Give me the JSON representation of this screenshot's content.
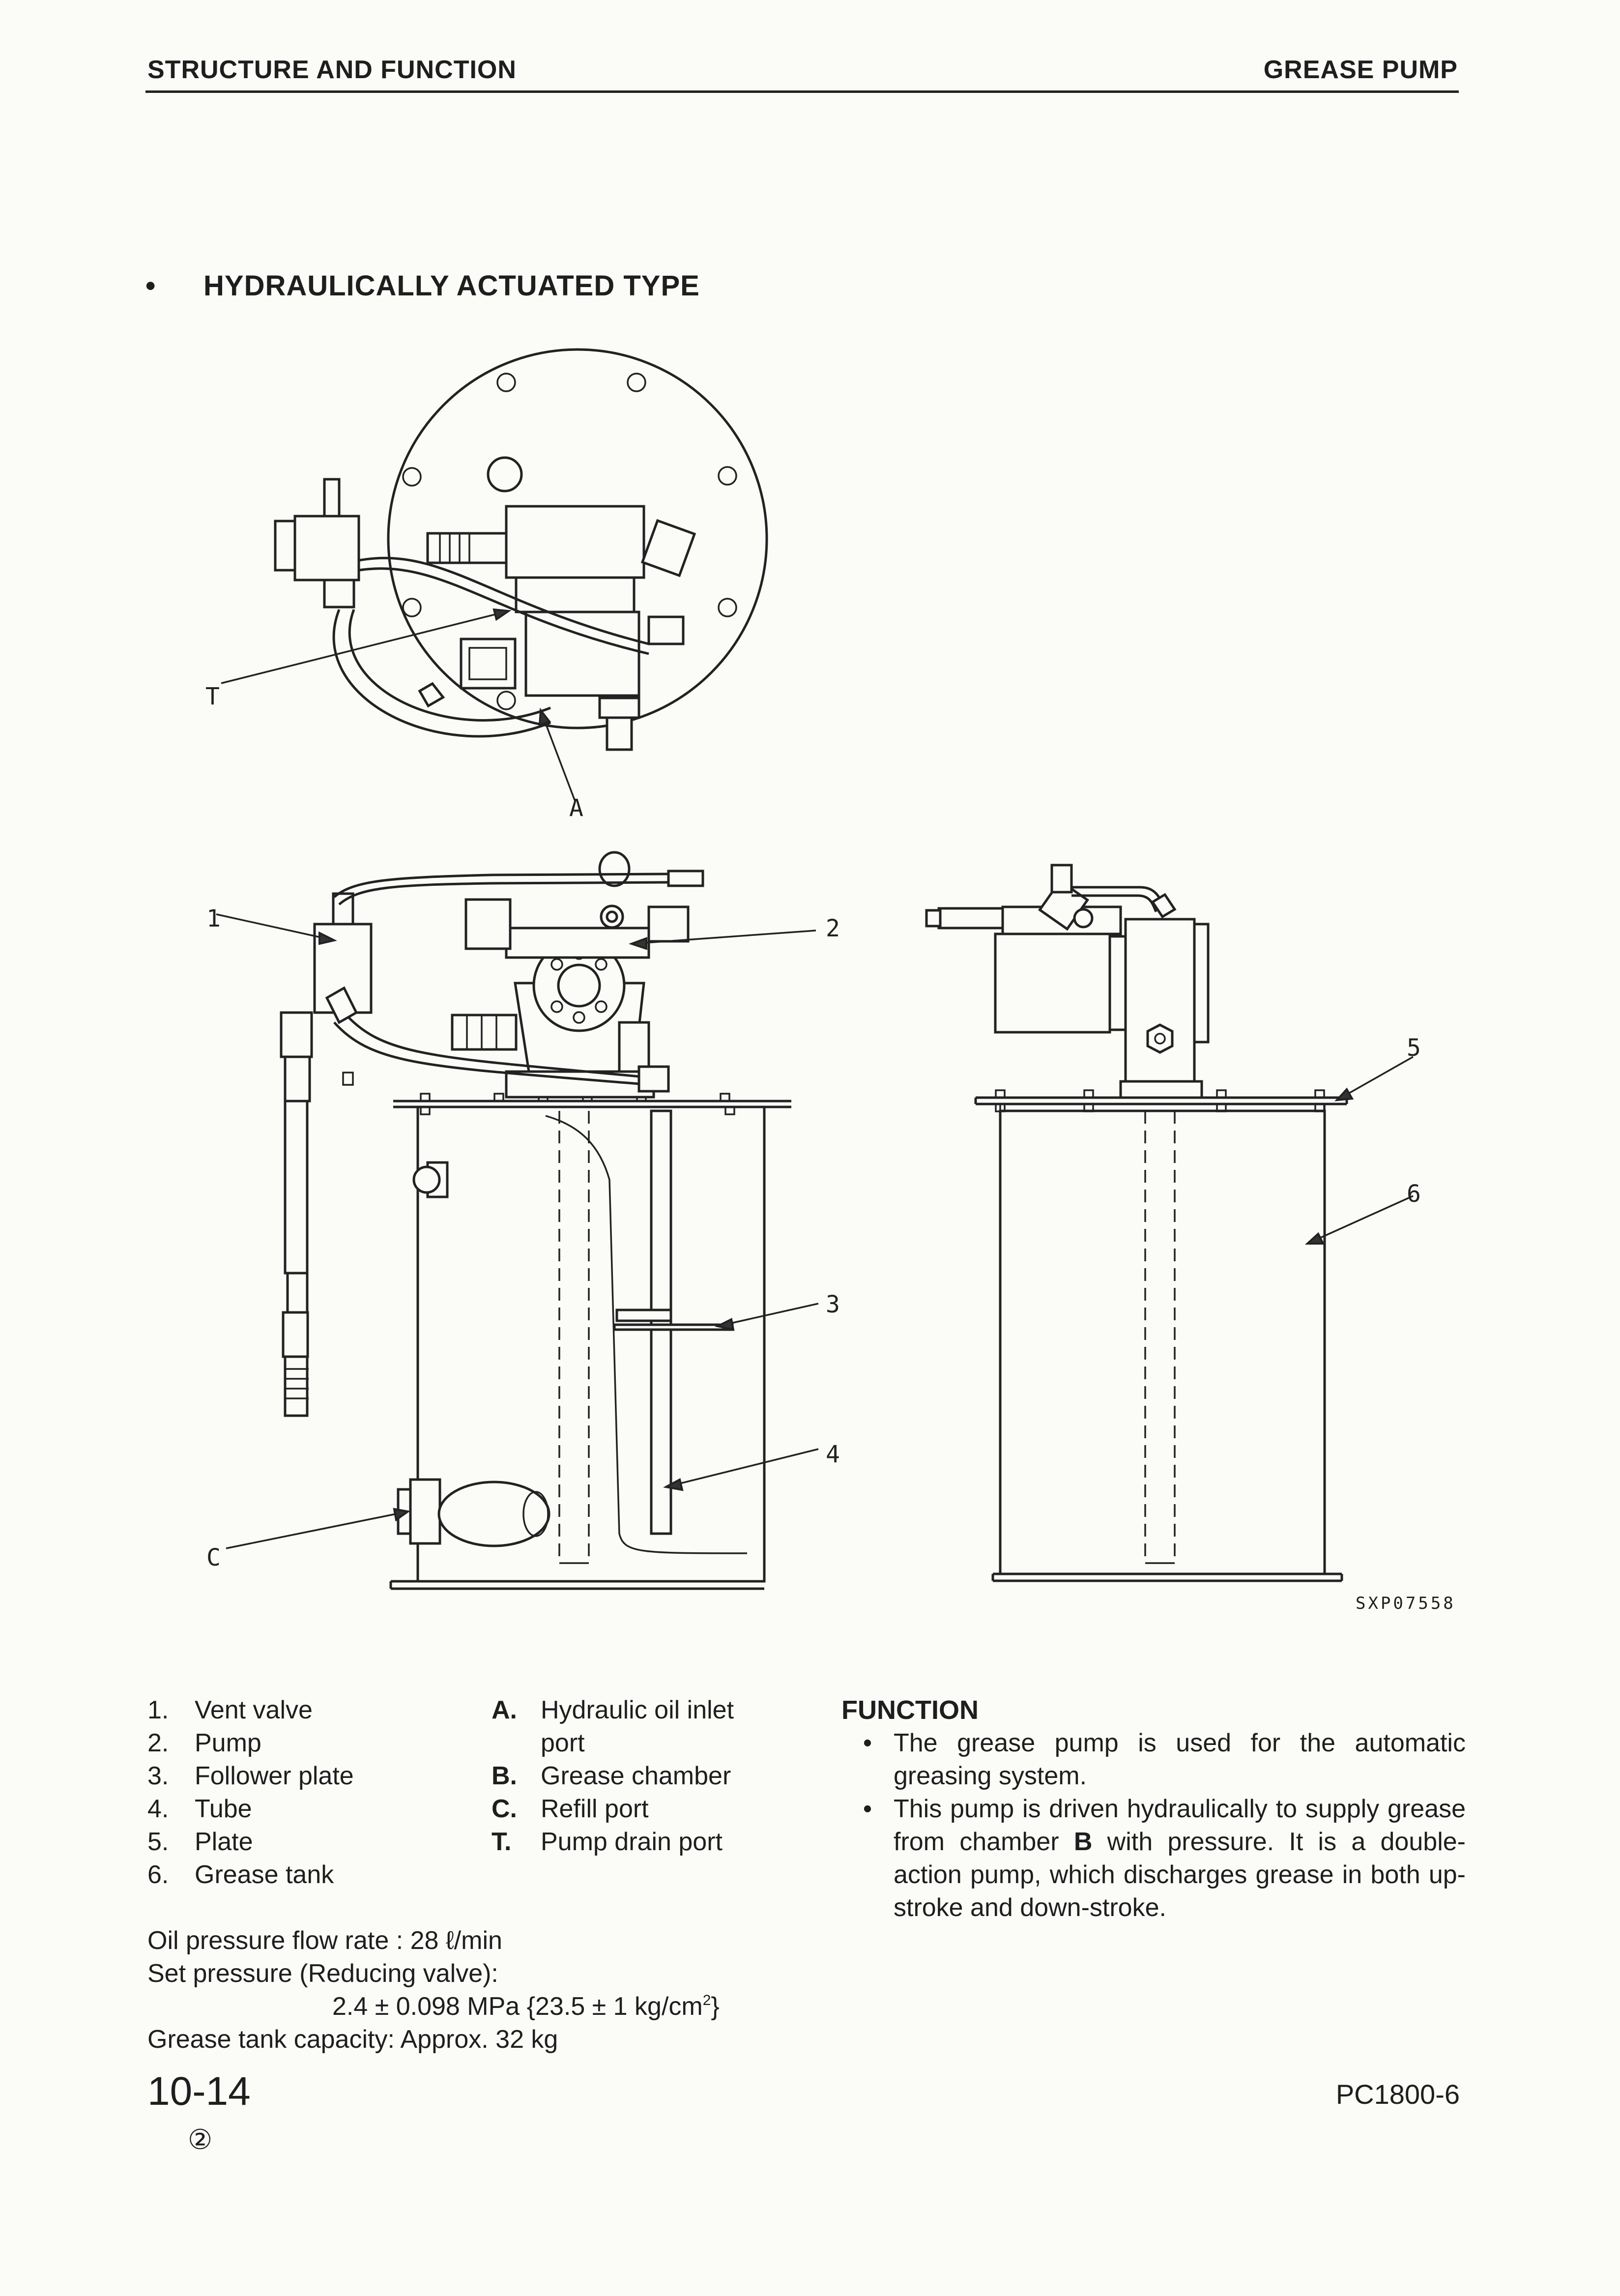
{
  "header": {
    "section": "STRUCTURE AND FUNCTION",
    "topic": "GREASE PUMP"
  },
  "title": {
    "bullet": "•",
    "text": "HYDRAULICALLY ACTUATED TYPE"
  },
  "figure": {
    "callouts": {
      "T": "T",
      "A": "A",
      "c1": "1",
      "c2": "2",
      "c3": "3",
      "c4": "4",
      "c5": "5",
      "c6": "6",
      "C": "C"
    },
    "code": "SXP07558"
  },
  "parts_list": [
    {
      "num": "1.",
      "name": "Vent valve"
    },
    {
      "num": "2.",
      "name": "Pump"
    },
    {
      "num": "3.",
      "name": "Follower plate"
    },
    {
      "num": "4.",
      "name": "Tube"
    },
    {
      "num": "5.",
      "name": "Plate"
    },
    {
      "num": "6.",
      "name": "Grease tank"
    }
  ],
  "ports_list": [
    {
      "key": "A.",
      "line1": "Hydraulic oil inlet",
      "line2": "port"
    },
    {
      "key": "B.",
      "line1": "Grease chamber"
    },
    {
      "key": "C.",
      "line1": "Refill port"
    },
    {
      "key": "T.",
      "line1": "Pump drain port"
    }
  ],
  "specs": {
    "flow_rate": "Oil pressure flow rate : 28 ℓ/min",
    "set_pressure_label": "Set pressure (Reducing valve):",
    "set_pressure_value": "2.4 ± 0.098 MPa {23.5 ± 1 kg/cm",
    "set_pressure_sup": "2",
    "set_pressure_close": "}",
    "capacity": "Grease tank capacity: Approx. 32 kg"
  },
  "function": {
    "heading": "FUNCTION",
    "bullet": "•",
    "item1": "The grease pump is used for the automatic greasing system.",
    "item2_a": "This pump is driven hydraulically to supply grease from chamber ",
    "item2_b": "B",
    "item2_c": " with pressure. It is a double-action pump, which discharges grease in both up-stroke and down-stroke."
  },
  "footer": {
    "page": "10-14",
    "revision": "②",
    "model": "PC1800-6"
  }
}
